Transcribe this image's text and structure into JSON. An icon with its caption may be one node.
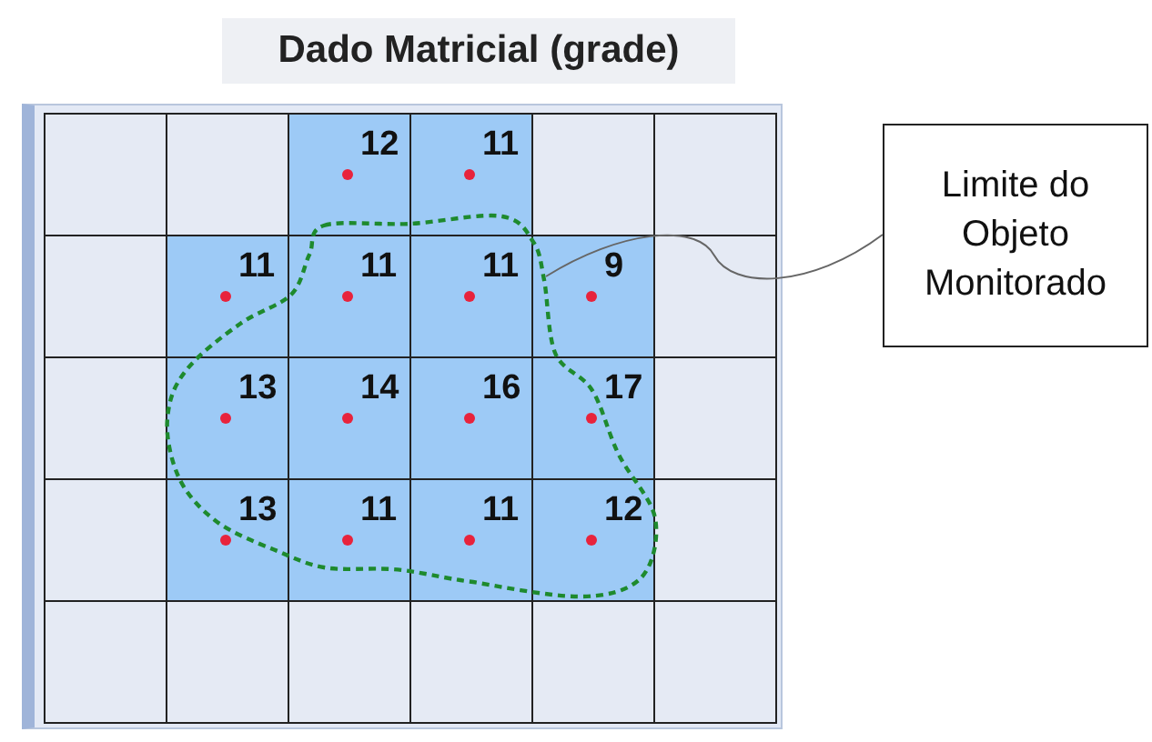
{
  "diagram": {
    "title": "Dado Matricial (grade)",
    "nodes": [
      {
        "text": [],
        "shape": "blob"
      },
      {
        "text": [
          "Limite do Objeto Monitorado"
        ]
      }
    ],
    "edges": [
      {
        "from": 1,
        "to": 0,
        "arrow": "none"
      }
    ],
    "labels": [
      "12",
      "11",
      "11",
      "11",
      "11",
      "9",
      "13",
      "14",
      "16",
      "17",
      "13",
      "11",
      "11",
      "12"
    ]
  }
}
